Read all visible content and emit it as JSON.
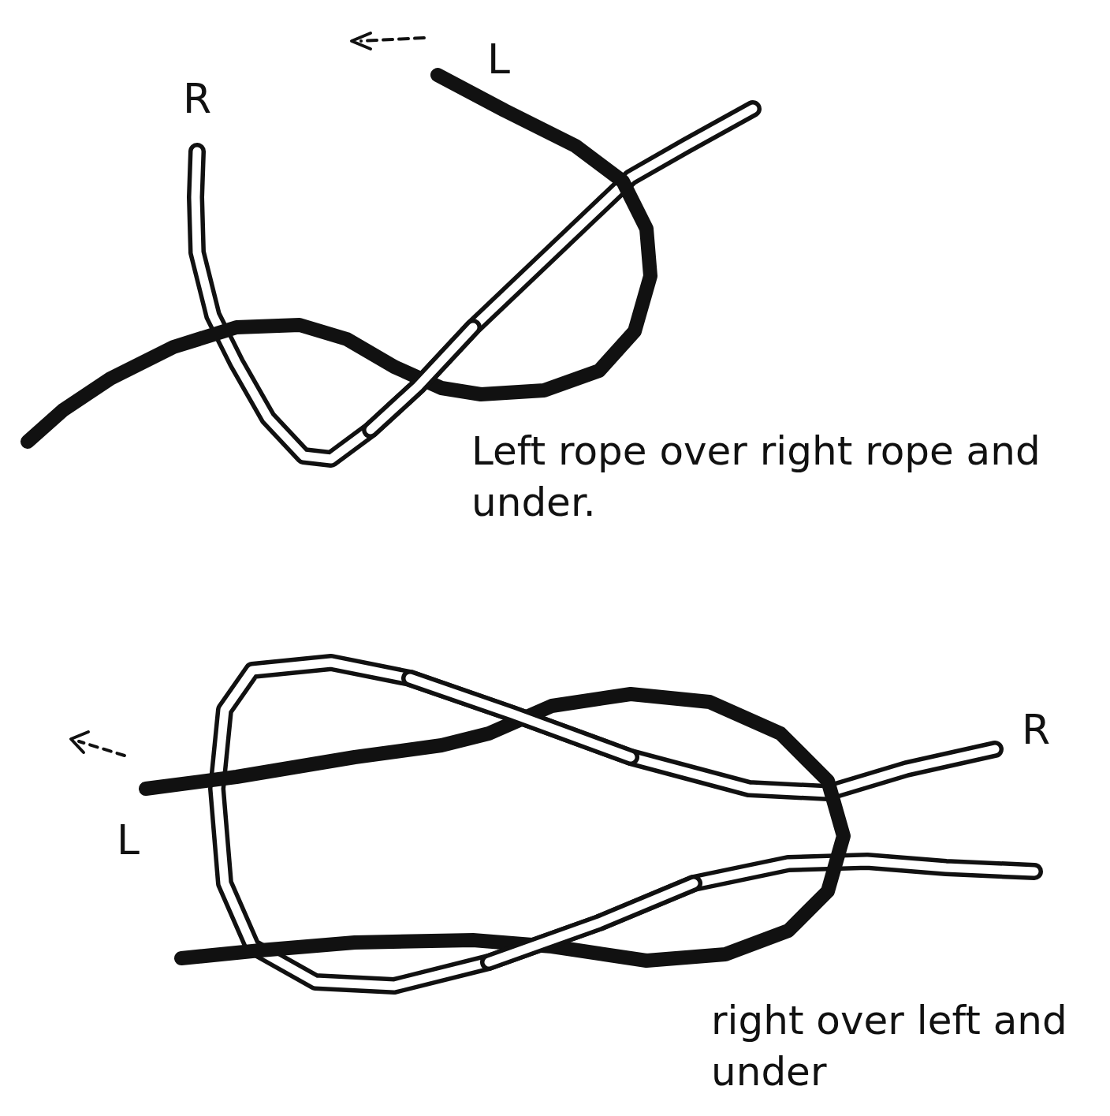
{
  "diagram": {
    "labels": [
      "L",
      "R",
      "Left rope over right rope and under.",
      "R",
      "L",
      "right over left and under"
    ]
  }
}
